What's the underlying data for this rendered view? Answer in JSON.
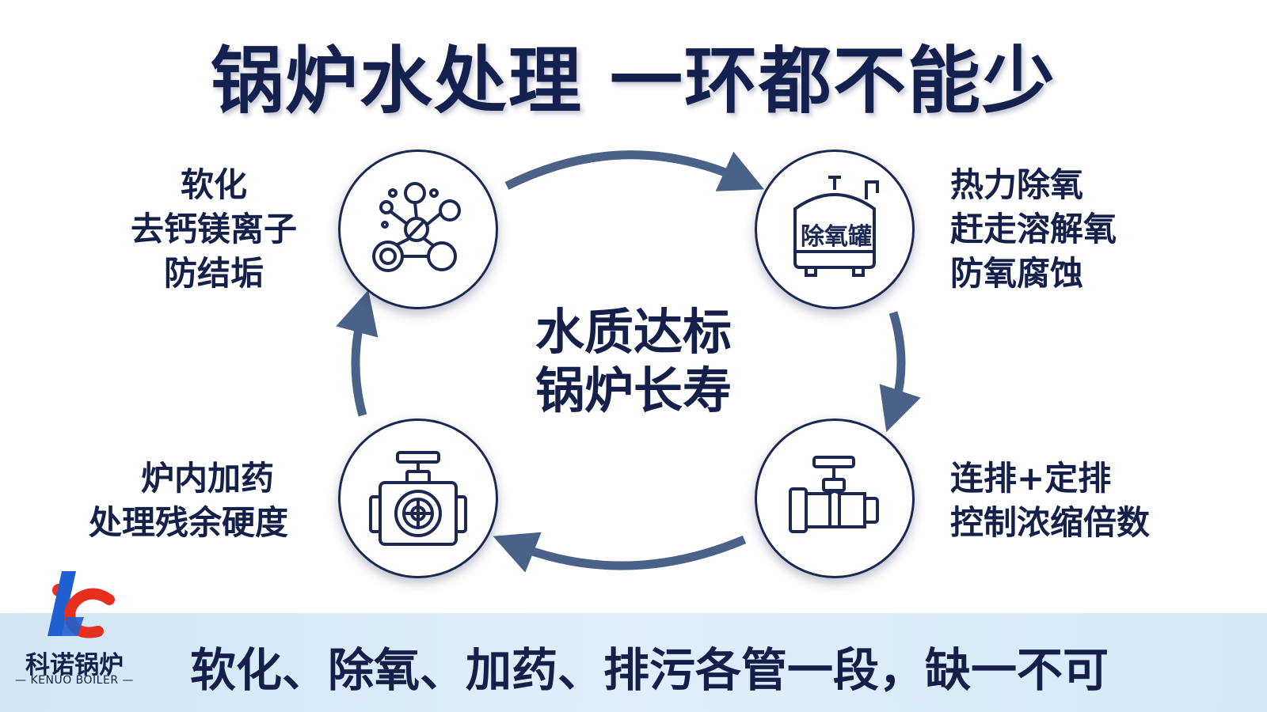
{
  "title": "锅炉水处理 一环都不能少",
  "center_text": [
    "水质达标",
    "锅炉长寿"
  ],
  "steps": {
    "softening": {
      "lines": [
        "软化",
        "去钙镁离子",
        "防结垢"
      ],
      "icon": "molecule-icon"
    },
    "deaeration": {
      "lines": [
        "热力除氧",
        "赶走溶解氧",
        "防氧腐蚀"
      ],
      "icon": "deaerator-tank-icon",
      "icon_label": "除氧罐"
    },
    "blowdown": {
      "lines": [
        "连排+定排",
        "控制浓缩倍数"
      ],
      "icon": "blowdown-valve-icon"
    },
    "dosing": {
      "lines": [
        "炉内加药",
        "处理残余硬度"
      ],
      "icon": "dosing-pump-icon"
    }
  },
  "banner_text": "软化、除氧、加药、排污各管一段，缺一不可",
  "logo": {
    "mark": "KC",
    "name": "科诺锅炉",
    "english": "— KENUO BOILER —"
  },
  "colors": {
    "navy": "#15204a",
    "arrow": "#4a6288",
    "banner": "#d8e9f7",
    "logo_blue": "#1f5fd0",
    "logo_red": "#e5301f"
  }
}
